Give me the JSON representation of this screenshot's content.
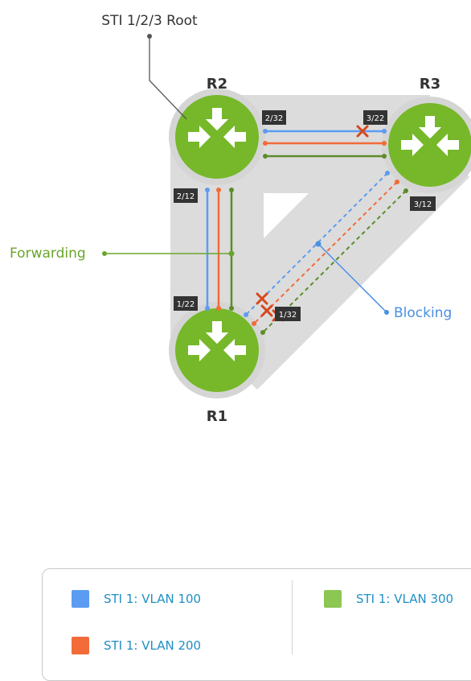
{
  "title": "STI 1/2/3 Root",
  "routers": {
    "r1": "R1",
    "r2": "R2",
    "r3": "R3"
  },
  "ports": {
    "r2_r3_r2side": "2/32",
    "r2_r3_r3side": "3/22",
    "r2_r1_r2side": "2/12",
    "r2_r1_r1side": "1/22",
    "r3_r1_r3side": "3/12",
    "r3_r1_r1side": "1/32"
  },
  "callouts": {
    "forwarding": "Forwarding",
    "blocking": "Blocking"
  },
  "legend": [
    {
      "label": "STI 1: VLAN 100",
      "color": "#5b9cf2"
    },
    {
      "label": "STI 1: VLAN 200",
      "color": "#f26b38"
    },
    {
      "label": "STI 1: VLAN 300",
      "color": "#8cc653"
    }
  ],
  "colors": {
    "router_fill": "#76b82a",
    "router_ring": "#d5d5d5",
    "link_shadow": "#dcdcdc",
    "blue": "#5b9cf2",
    "orange": "#f26b38",
    "green": "#5b8c2a",
    "block_mark": "#d8461c",
    "forwarding_text": "#6aa52c",
    "blocking_text": "#4a90e2"
  }
}
